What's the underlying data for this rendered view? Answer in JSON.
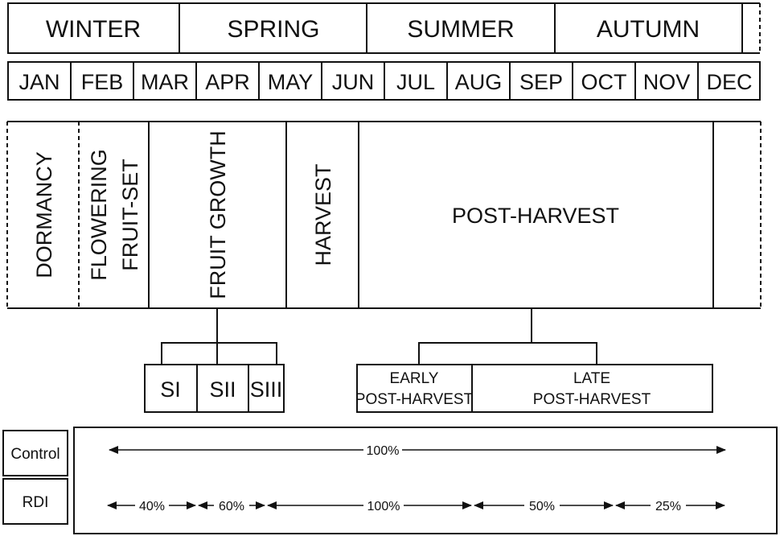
{
  "seasons": [
    "WINTER",
    "SPRING",
    "SUMMER",
    "AUTUMN"
  ],
  "months": [
    "JAN",
    "FEB",
    "MAR",
    "APR",
    "MAY",
    "JUN",
    "JUL",
    "AUG",
    "SEP",
    "OCT",
    "NOV",
    "DEC"
  ],
  "phases": {
    "dormancy": "DORMANCY",
    "flowering_line1": "FLOWERING",
    "flowering_line2": "FRUIT-SET",
    "fruit_growth": "FRUIT GROWTH",
    "harvest": "HARVEST",
    "post_harvest": "POST-HARVEST"
  },
  "stages": {
    "s1": "SI",
    "s2": "SII",
    "s3": "SIII",
    "early_line1": "EARLY",
    "early_line2": "POST-HARVEST",
    "late_line1": "LATE",
    "late_line2": "POST-HARVEST"
  },
  "treatments": {
    "control_label": "Control",
    "rdi_label": "RDI",
    "control_value": "100%",
    "rdi_values": [
      "40%",
      "60%",
      "100%",
      "50%",
      "25%"
    ]
  },
  "colors": {
    "ink": "#111111",
    "background": "#ffffff"
  }
}
